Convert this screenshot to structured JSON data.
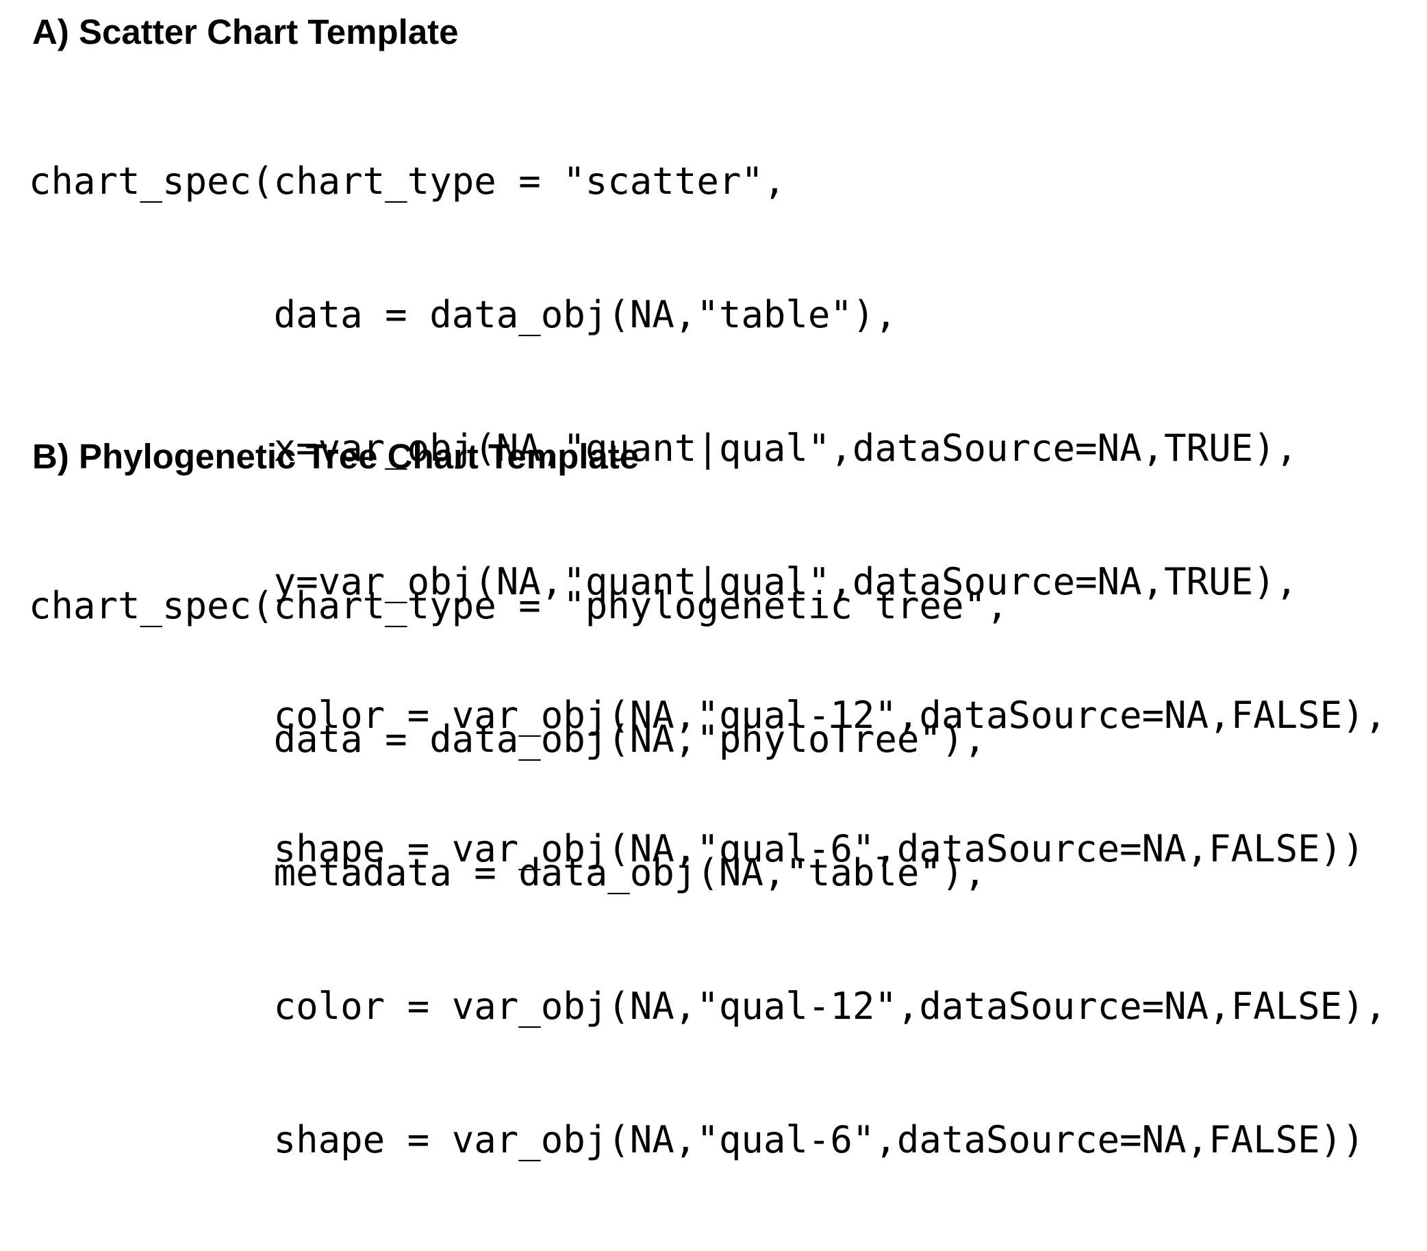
{
  "sections": [
    {
      "heading": "A) Scatter Chart Template",
      "code_lines": [
        "chart_spec(chart_type = \"scatter\",",
        "           data = data_obj(NA,\"table\"),",
        "           x=var_obj(NA,\"quant|qual\",dataSource=NA,TRUE),",
        "           y=var_obj(NA,\"quant|qual\",dataSource=NA,TRUE),",
        "           color = var_obj(NA,\"qual-12\",dataSource=NA,FALSE),",
        "           shape = var_obj(NA,\"qual-6\",dataSource=NA,FALSE))"
      ]
    },
    {
      "heading": "B) Phylogenetic Tree Chart Template",
      "code_lines": [
        "chart_spec(chart_type = \"phylogenetic tree\",",
        "           data = data_obj(NA,\"phyloTree\"),",
        "           metadata = data_obj(NA,\"table\"),",
        "           color = var_obj(NA,\"qual-12\",dataSource=NA,FALSE),",
        "           shape = var_obj(NA,\"qual-6\",dataSource=NA,FALSE))"
      ]
    }
  ]
}
